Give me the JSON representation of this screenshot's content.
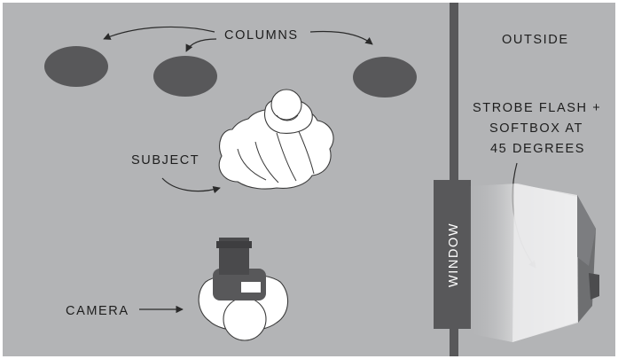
{
  "labels": {
    "columns": "COLUMNS",
    "outside": "OUTSIDE",
    "strobe_line1": "STROBE FLASH +",
    "strobe_line2": "SOFTBOX AT",
    "strobe_line3": "45 DEGREES",
    "subject": "SUBJECT",
    "camera": "CAMERA",
    "window": "WINDOW"
  },
  "colors": {
    "room_floor": "#b3b4b6",
    "column_fill": "#58585a",
    "wall_and_window": "#58585a",
    "outline": "#3a3a3a",
    "softbox_body": "#6e6f71"
  },
  "icons": {
    "subject": "person-in-gown-icon",
    "camera": "photographer-with-camera-icon",
    "softbox": "softbox-icon"
  }
}
